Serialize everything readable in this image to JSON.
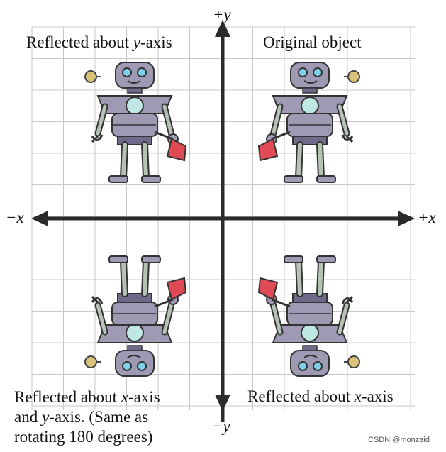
{
  "axes": {
    "pos_y": "+y",
    "neg_y": "−y",
    "pos_x": "+x",
    "neg_x": "−x"
  },
  "quadrants": {
    "top_left": {
      "label_pre": "Reflected about ",
      "label_var": "y",
      "label_post": "-axis"
    },
    "top_right": {
      "label": "Original object"
    },
    "bottom_left": {
      "line1_pre": "Reflected about ",
      "line1_var": "x",
      "line1_post": "-axis",
      "line2_pre": "and ",
      "line2_var": "y",
      "line2_post": "-axis.  (Same as",
      "line3": "rotating 180 degrees)"
    },
    "bottom_right": {
      "label_pre": "Reflected about ",
      "label_var": "x",
      "label_post": "-axis"
    }
  },
  "watermark": "CSDN @monzaid",
  "colors": {
    "grid": "#c8c8c8",
    "axis": "#2b2b2b",
    "robot_body": "#9e9ab4",
    "robot_dark": "#6f6a8a",
    "robot_limb": "#b7c2b7",
    "robot_eye": "#7fd0ec",
    "robot_chest": "#bfe7e4",
    "dustpan": "#e04a55",
    "antenna": "#d9c27a"
  }
}
